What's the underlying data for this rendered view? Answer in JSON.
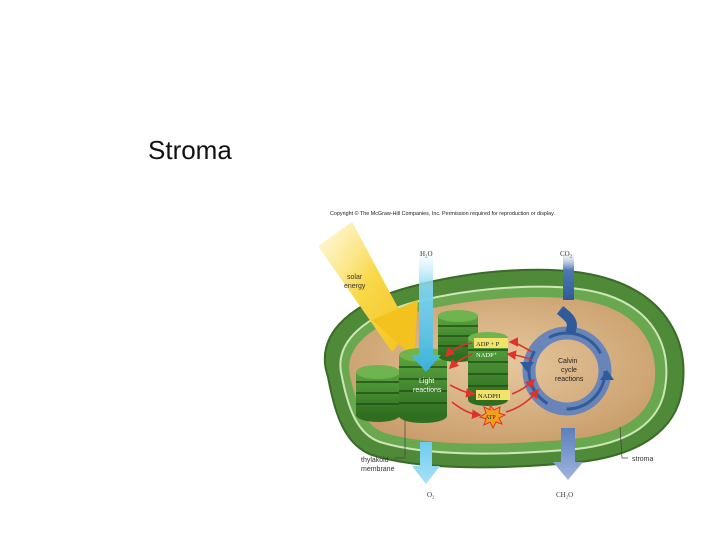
{
  "slide": {
    "title": "Stroma"
  },
  "figure": {
    "copyright": "Copyright © The McGraw-Hill Companies, Inc. Permission required for reproduction or display.",
    "labels": {
      "h2o": "H₂O",
      "co2": "CO₂",
      "o2": "O₂",
      "ch2o": "CH₂O",
      "solar_line1": "solar",
      "solar_line2": "energy",
      "adp_p": "ADP + P",
      "nadp": "NADP⁺",
      "nadph": "NADPH",
      "atp": "ATP",
      "light_line1": "Light",
      "light_line2": "reactions",
      "calvin_line1": "Calvin",
      "calvin_line2": "cycle",
      "calvin_line3": "reactions",
      "thylakoid_line1": "thylakoid",
      "thylakoid_line2": "membrane",
      "stroma": "stroma"
    },
    "colors": {
      "outer_membrane": "#4e8a37",
      "stroma_fill": "#d7b58a",
      "grana": "#3f8a2a",
      "water_arrow": "#5cc8ea",
      "co2_arrow": "#2f5b9a",
      "solar": "#f7cf3a",
      "reaction_arrow": "#e0322a",
      "calvin_cycle": "#5d7fbe"
    }
  }
}
